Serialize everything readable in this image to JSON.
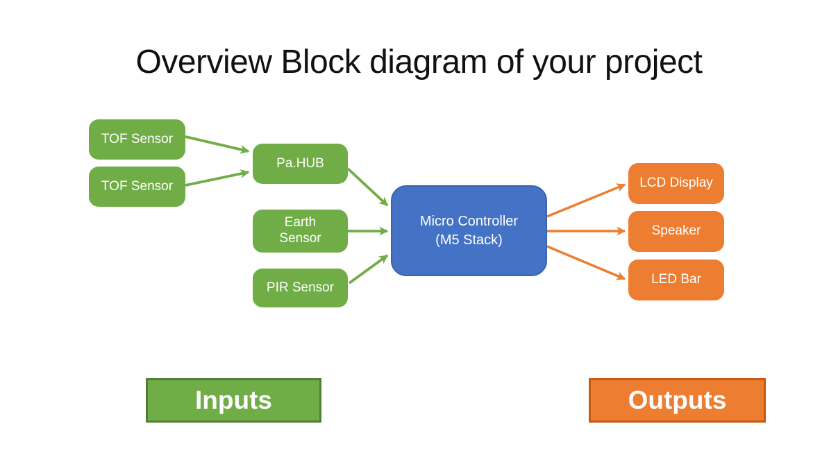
{
  "title": "Overview Block diagram of your project",
  "colors": {
    "input-fill": "#70AD47",
    "input-border": "#507E32",
    "output-fill": "#ED7D31",
    "output-border": "#C55A11",
    "controller-fill": "#4472C4",
    "controller-border": "#3A62AD",
    "node-text": "#FFFFFF",
    "title-text": "#111111"
  },
  "nodes": {
    "tof1": {
      "label": "TOF Sensor"
    },
    "tof2": {
      "label": "TOF Sensor"
    },
    "pahub": {
      "label": "Pa.HUB"
    },
    "earth": {
      "line1": "Earth",
      "line2": "Sensor"
    },
    "pir": {
      "label": "PIR Sensor"
    },
    "mcu": {
      "line1": "Micro Controller",
      "line2": "(M5 Stack)"
    },
    "lcd": {
      "label": "LCD Display"
    },
    "speaker": {
      "label": "Speaker"
    },
    "ledbar": {
      "label": "LED Bar"
    }
  },
  "legend": {
    "inputs": "Inputs",
    "outputs": "Outputs"
  }
}
